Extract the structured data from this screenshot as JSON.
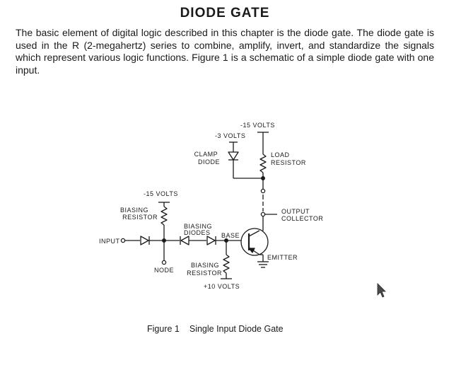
{
  "page": {
    "title": "DIODE GATE",
    "intro": "The basic element of digital logic described in this chapter is the diode gate. The diode gate is used in the R (2-megahertz) series to combine, amplify, invert, and standardize the signals which represent various logic functions. Figure 1 is a schematic of a simple diode gate with one input."
  },
  "figure": {
    "number": "Figure 1",
    "title": "Single Input Diode Gate",
    "labels": {
      "supply_load": "-15 VOLTS",
      "clamp_voltage": "-3 VOLTS",
      "clamp_diode_1": "CLAMP",
      "clamp_diode_2": "DIODE",
      "load_resistor_1": "LOAD",
      "load_resistor_2": "RESISTOR",
      "supply_bias": "-15 VOLTS",
      "biasing_resistor_top_1": "BIASING",
      "biasing_resistor_top_2": "RESISTOR",
      "output_1": "OUTPUT",
      "output_2": "COLLECTOR",
      "biasing_diodes_1": "BIASING",
      "biasing_diodes_2": "DIODES",
      "base": "BASE",
      "input": "INPUT",
      "emitter": "EMITTER",
      "node": "NODE",
      "biasing_resistor_bottom_1": "BIASING",
      "biasing_resistor_bottom_2": "RESISTOR",
      "supply_positive": "+10 VOLTS"
    }
  },
  "icons": {
    "cursor": "mouse-pointer-icon"
  }
}
